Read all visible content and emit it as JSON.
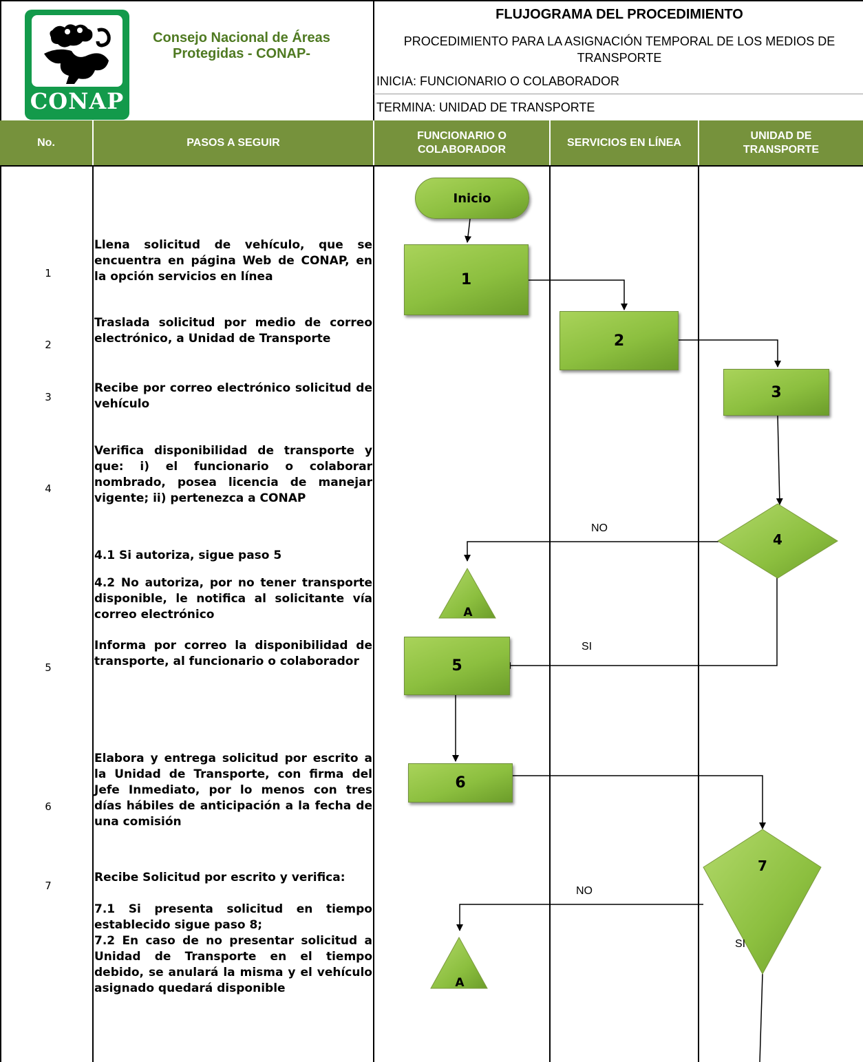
{
  "header": {
    "logo_text": "CONAP",
    "org_name": "Consejo Nacional de Áreas Protegidas - CONAP-",
    "title": "FLUJOGRAMA DEL PROCEDIMIENTO",
    "procedure": "PROCEDIMIENTO PARA LA ASIGNACIÓN TEMPORAL DE LOS MEDIOS DE TRANSPORTE",
    "inicia": "INICIA: FUNCIONARIO O COLABORADOR",
    "termina": "TERMINA:  UNIDAD DE TRANSPORTE"
  },
  "columns": {
    "no": "No.",
    "pasos": "PASOS A SEGUIR",
    "funcionario": "FUNCIONARIO O COLABORADOR",
    "servicios": "SERVICIOS EN LÍNEA",
    "unidad": "UNIDAD DE TRANSPORTE"
  },
  "steps": [
    {
      "no": "1",
      "text": "Llena solicitud de vehículo, que se encuentra en página Web de CONAP, en la opción servicios en línea"
    },
    {
      "no": "2",
      "text": "Traslada solicitud por medio de correo electrónico, a Unidad de Transporte"
    },
    {
      "no": "3",
      "text": "Recibe por correo electrónico solicitud de vehículo"
    },
    {
      "no": "4",
      "text": "Verifica disponibilidad de transporte y que: i) el funcionario o colaborar nombrado, posea licencia de manejar vigente; ii) pertenezca a CONAP"
    },
    {
      "no": "",
      "text": "4.1  Si autoriza, sigue paso 5"
    },
    {
      "no": "",
      "text": "4.2  No autoriza, por no tener transporte disponible, le notifica al solicitante vía correo electrónico"
    },
    {
      "no": "5",
      "text": "Informa por correo la disponibilidad de transporte, al funcionario o colaborador"
    },
    {
      "no": "6",
      "text": "Elabora y entrega solicitud por escrito a la Unidad de Transporte, con firma del Jefe Inmediato, por lo menos con tres días hábiles de anticipación a la fecha de una comisión"
    },
    {
      "no": "7",
      "text": "Recibe Solicitud por escrito y verifica:"
    },
    {
      "no": "",
      "text": "7.1 Si presenta solicitud en tiempo establecido sigue paso 8;"
    },
    {
      "no": "",
      "text": "7.2 En caso de no presentar solicitud a Unidad de Transporte en el tiempo debido, se anulará la misma y el vehículo asignado quedará disponible"
    }
  ],
  "flow": {
    "start": "Inicio",
    "box1": "1",
    "box2": "2",
    "box3": "3",
    "diamond4": "4",
    "box5": "5",
    "box6": "6",
    "diamond7": "7",
    "connector": "A",
    "no_label": "NO",
    "si_label": "SI"
  },
  "colors": {
    "header_band": "#76923c",
    "shape_green": "#8cbf3f",
    "logo_green": "#139a4b",
    "org_text": "#4f7a22"
  }
}
